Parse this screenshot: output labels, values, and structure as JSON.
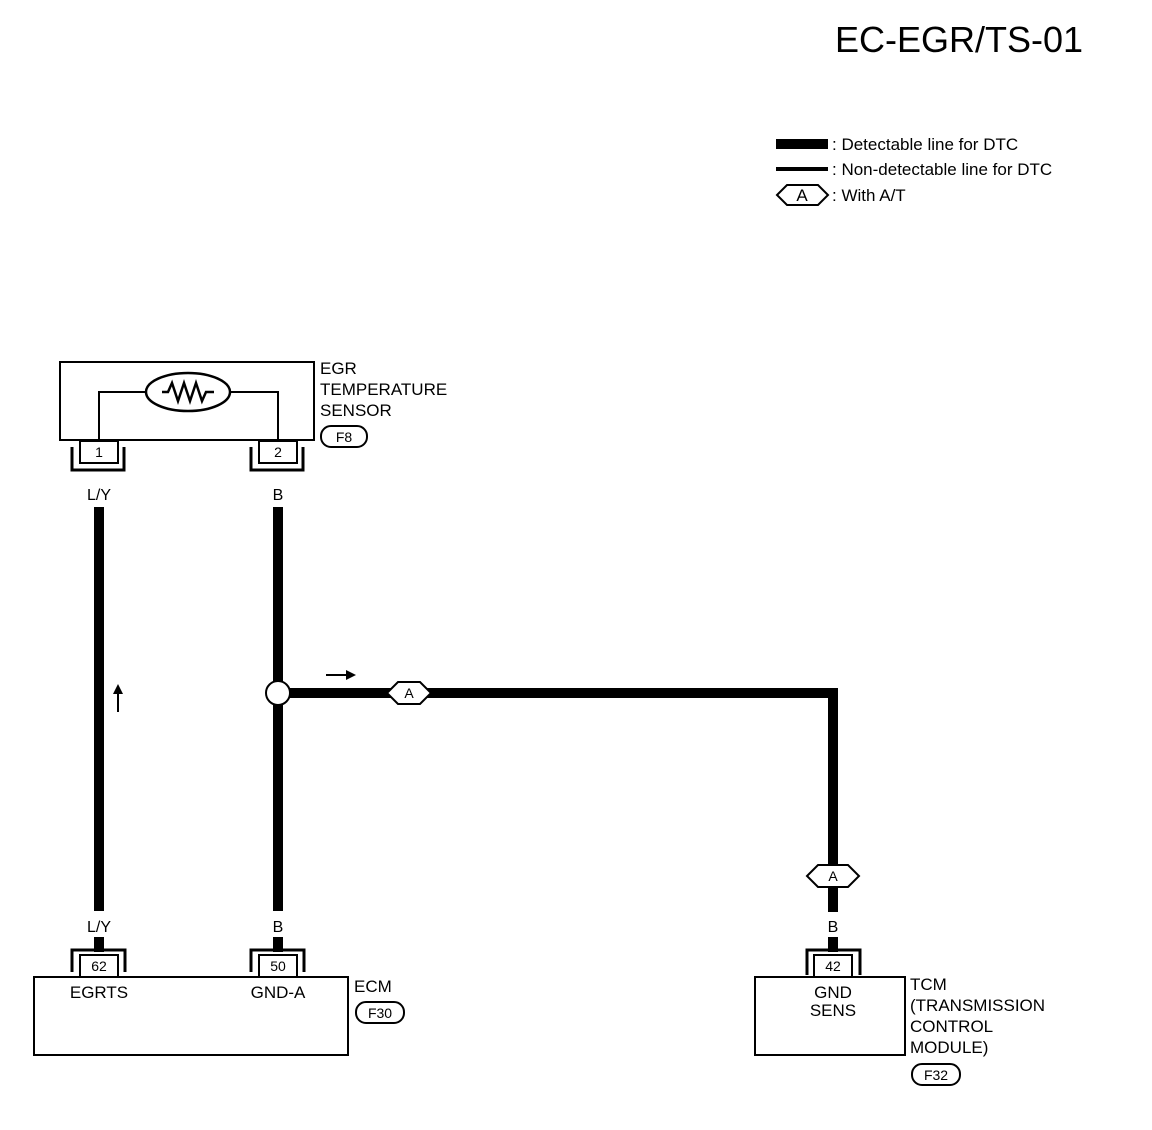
{
  "title": "EC-EGR/TS-01",
  "legend": {
    "detectable": ": Detectable line for DTC",
    "non_detectable": ": Non-detectable line for DTC",
    "with_at_marker": "A",
    "with_at": ": With A/T"
  },
  "egr_sensor": {
    "name_line1": "EGR",
    "name_line2": "TEMPERATURE",
    "name_line3": "SENSOR",
    "connector": "F8",
    "pin1": "1",
    "pin2": "2"
  },
  "wires": {
    "left_top": "L/Y",
    "right_top": "B",
    "left_bottom": "L/Y",
    "right_bottom": "B",
    "tcm_wire": "B",
    "option_marker_1": "A",
    "option_marker_2": "A"
  },
  "ecm": {
    "name": "ECM",
    "connector": "F30",
    "pin_egrts": "62",
    "pin_gnda": "50",
    "terminal_egrts": "EGRTS",
    "terminal_gnda": "GND-A"
  },
  "tcm": {
    "name_line1": "TCM",
    "name_line2": "(TRANSMISSION",
    "name_line3": "CONTROL",
    "name_line4": "MODULE)",
    "connector": "F32",
    "pin": "42",
    "terminal_line1": "GND",
    "terminal_line2": "SENS"
  }
}
